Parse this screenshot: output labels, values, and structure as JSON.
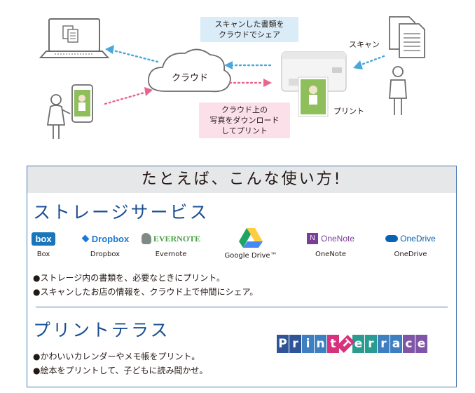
{
  "diagram": {
    "cloud_label": "クラウド",
    "share_caption_line1": "スキャンした書類を",
    "share_caption_line2": "クラウドでシェア",
    "download_caption_line1": "クラウド上の",
    "download_caption_line2": "写真をダウンロード",
    "download_caption_line3": "してプリント",
    "scan_label": "スキャン",
    "print_label": "プリント",
    "colors": {
      "blue_arrow": "#49a7dc",
      "pink_arrow": "#e9658e",
      "blue_bg": "#d9ecf8",
      "pink_bg": "#fbe0ea"
    }
  },
  "panel": {
    "heading": "たとえば、こんな使い方!",
    "storage": {
      "title": "ストレージサービス",
      "services": [
        {
          "name": "Box",
          "logo_text": "box",
          "color": "#1a75bb"
        },
        {
          "name": "Dropbox",
          "logo_text": "Dropbox",
          "color": "#1d78d6"
        },
        {
          "name": "Evernote",
          "logo_text": "EVERNOTE",
          "color": "#4aa046"
        },
        {
          "name": "Google Drive™",
          "logo_text": "",
          "color": "#1fa463"
        },
        {
          "name": "OneNote",
          "logo_text": "OneNote",
          "color": "#7a3d98"
        },
        {
          "name": "OneDrive",
          "logo_text": "OneDrive",
          "color": "#0a62b3"
        }
      ],
      "bullets": [
        "●ストレージ内の書類を、必要なときにプリント。",
        "●スキャンしたお店の情報を、クラウド上で仲間にシェア。"
      ]
    },
    "terrace": {
      "title": "プリントテラス",
      "bullets": [
        "●かわいいカレンダーやメモ帳をプリント。",
        "●絵本をプリントして、子どもに読み聞かせ。"
      ],
      "logo_letters": [
        "P",
        "r",
        "i",
        "n",
        "t",
        "T",
        "e",
        "r",
        "r",
        "a",
        "c",
        "e"
      ],
      "logo_colors": [
        "#2f5597",
        "#2f5597",
        "#3e7fc1",
        "#3e7fc1",
        "#d8327d",
        "#d8327d",
        "#2a9b8f",
        "#2a9b8f",
        "#3e7fc1",
        "#3e7fc1",
        "#7f55a8",
        "#7f55a8"
      ]
    }
  }
}
